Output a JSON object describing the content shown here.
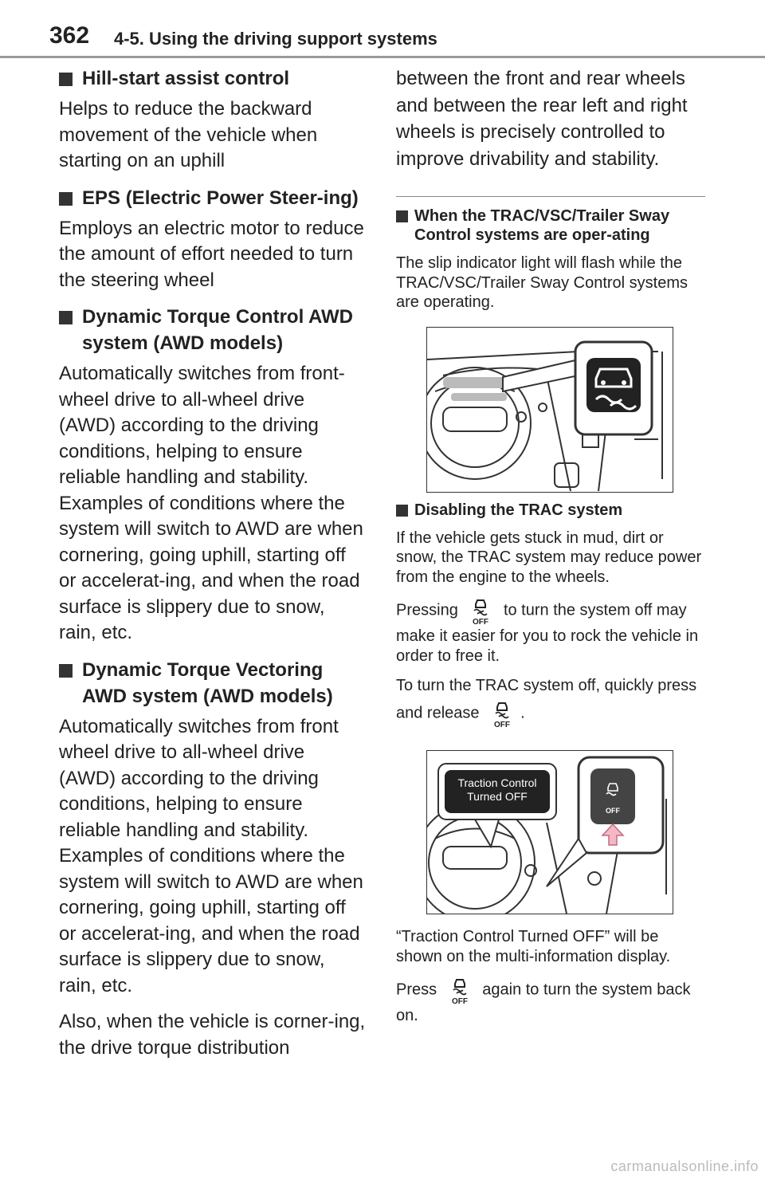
{
  "header": {
    "page_number": "362",
    "title": "4-5. Using the driving support systems"
  },
  "left": {
    "s1_title": "Hill-start assist control",
    "s1_body": "Helps to reduce the backward movement of the vehicle when starting on an uphill",
    "s2_title": "EPS (Electric Power Steer-ing)",
    "s2_body": "Employs an electric motor to reduce the amount of effort needed to turn the steering wheel",
    "s3_title": "Dynamic Torque Control AWD system (AWD models)",
    "s3_body": "Automatically switches from front-wheel drive to all-wheel drive (AWD) according to the driving conditions, helping to ensure reliable handling and stability. Examples of conditions where the system will switch to AWD are when cornering, going uphill, starting off or accelerat-ing, and when the road surface is slippery due to snow, rain, etc.",
    "s4_title": "Dynamic Torque Vectoring AWD system (AWD models)",
    "s4_body": "Automatically switches from front wheel drive to all-wheel drive (AWD) according to the driving conditions, helping to ensure reliable handling and stability. Examples of conditions where the system will switch to AWD are when cornering, going uphill, starting off or accelerat-ing, and when the road surface is slippery due to snow, rain, etc.",
    "s4_body2": "Also, when the vehicle is corner-ing, the drive torque distribution"
  },
  "right": {
    "cont": "between the front and rear wheels and between the rear left and right wheels is precisely controlled to improve drivability and stability.",
    "h1": "When the TRAC/VSC/Trailer Sway Control systems are oper-ating",
    "p1": "The slip indicator light will flash while the TRAC/VSC/Trailer Sway Control systems are operating.",
    "h2": "Disabling the TRAC system",
    "p2": "If the vehicle gets stuck in mud, dirt or snow, the TRAC system may reduce power from the engine to the wheels.",
    "p3_a": "Pressing",
    "p3_b": "to turn the system off may make it easier for you to rock the vehicle in order to free it.",
    "p4_a": "To turn the TRAC system off, quickly press and release",
    "p4_b": ".",
    "p5": "“Traction Control Turned OFF” will be shown on the multi-information display.",
    "p6_a": "Press",
    "p6_b": "again to turn the system back on.",
    "icon_text": "OFF",
    "fig2_line1": "Traction Control",
    "fig2_line2": "Turned OFF"
  },
  "watermark": "carmanualsonline.info"
}
